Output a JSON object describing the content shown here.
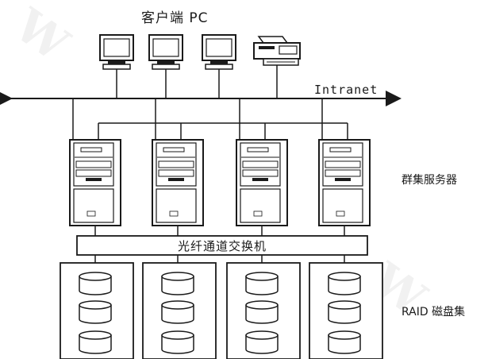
{
  "labels": {
    "clients": "客户端 PC",
    "intranet": "Intranet",
    "cluster_servers": "群集服务器",
    "fc_switch": "光纤通道交换机",
    "raid_disks": "RAID 磁盘集"
  },
  "icons": [
    "monitor-icon",
    "printer-icon",
    "server-tower-icon",
    "disk-cylinder-icon"
  ],
  "colors": {
    "line": "#1a1a1a",
    "background": "#ffffff",
    "watermark": "#000000"
  },
  "counts": {
    "client_monitors": 3,
    "printers": 1,
    "servers": 4,
    "disk_arrays": 4,
    "disks_per_array": 3
  }
}
